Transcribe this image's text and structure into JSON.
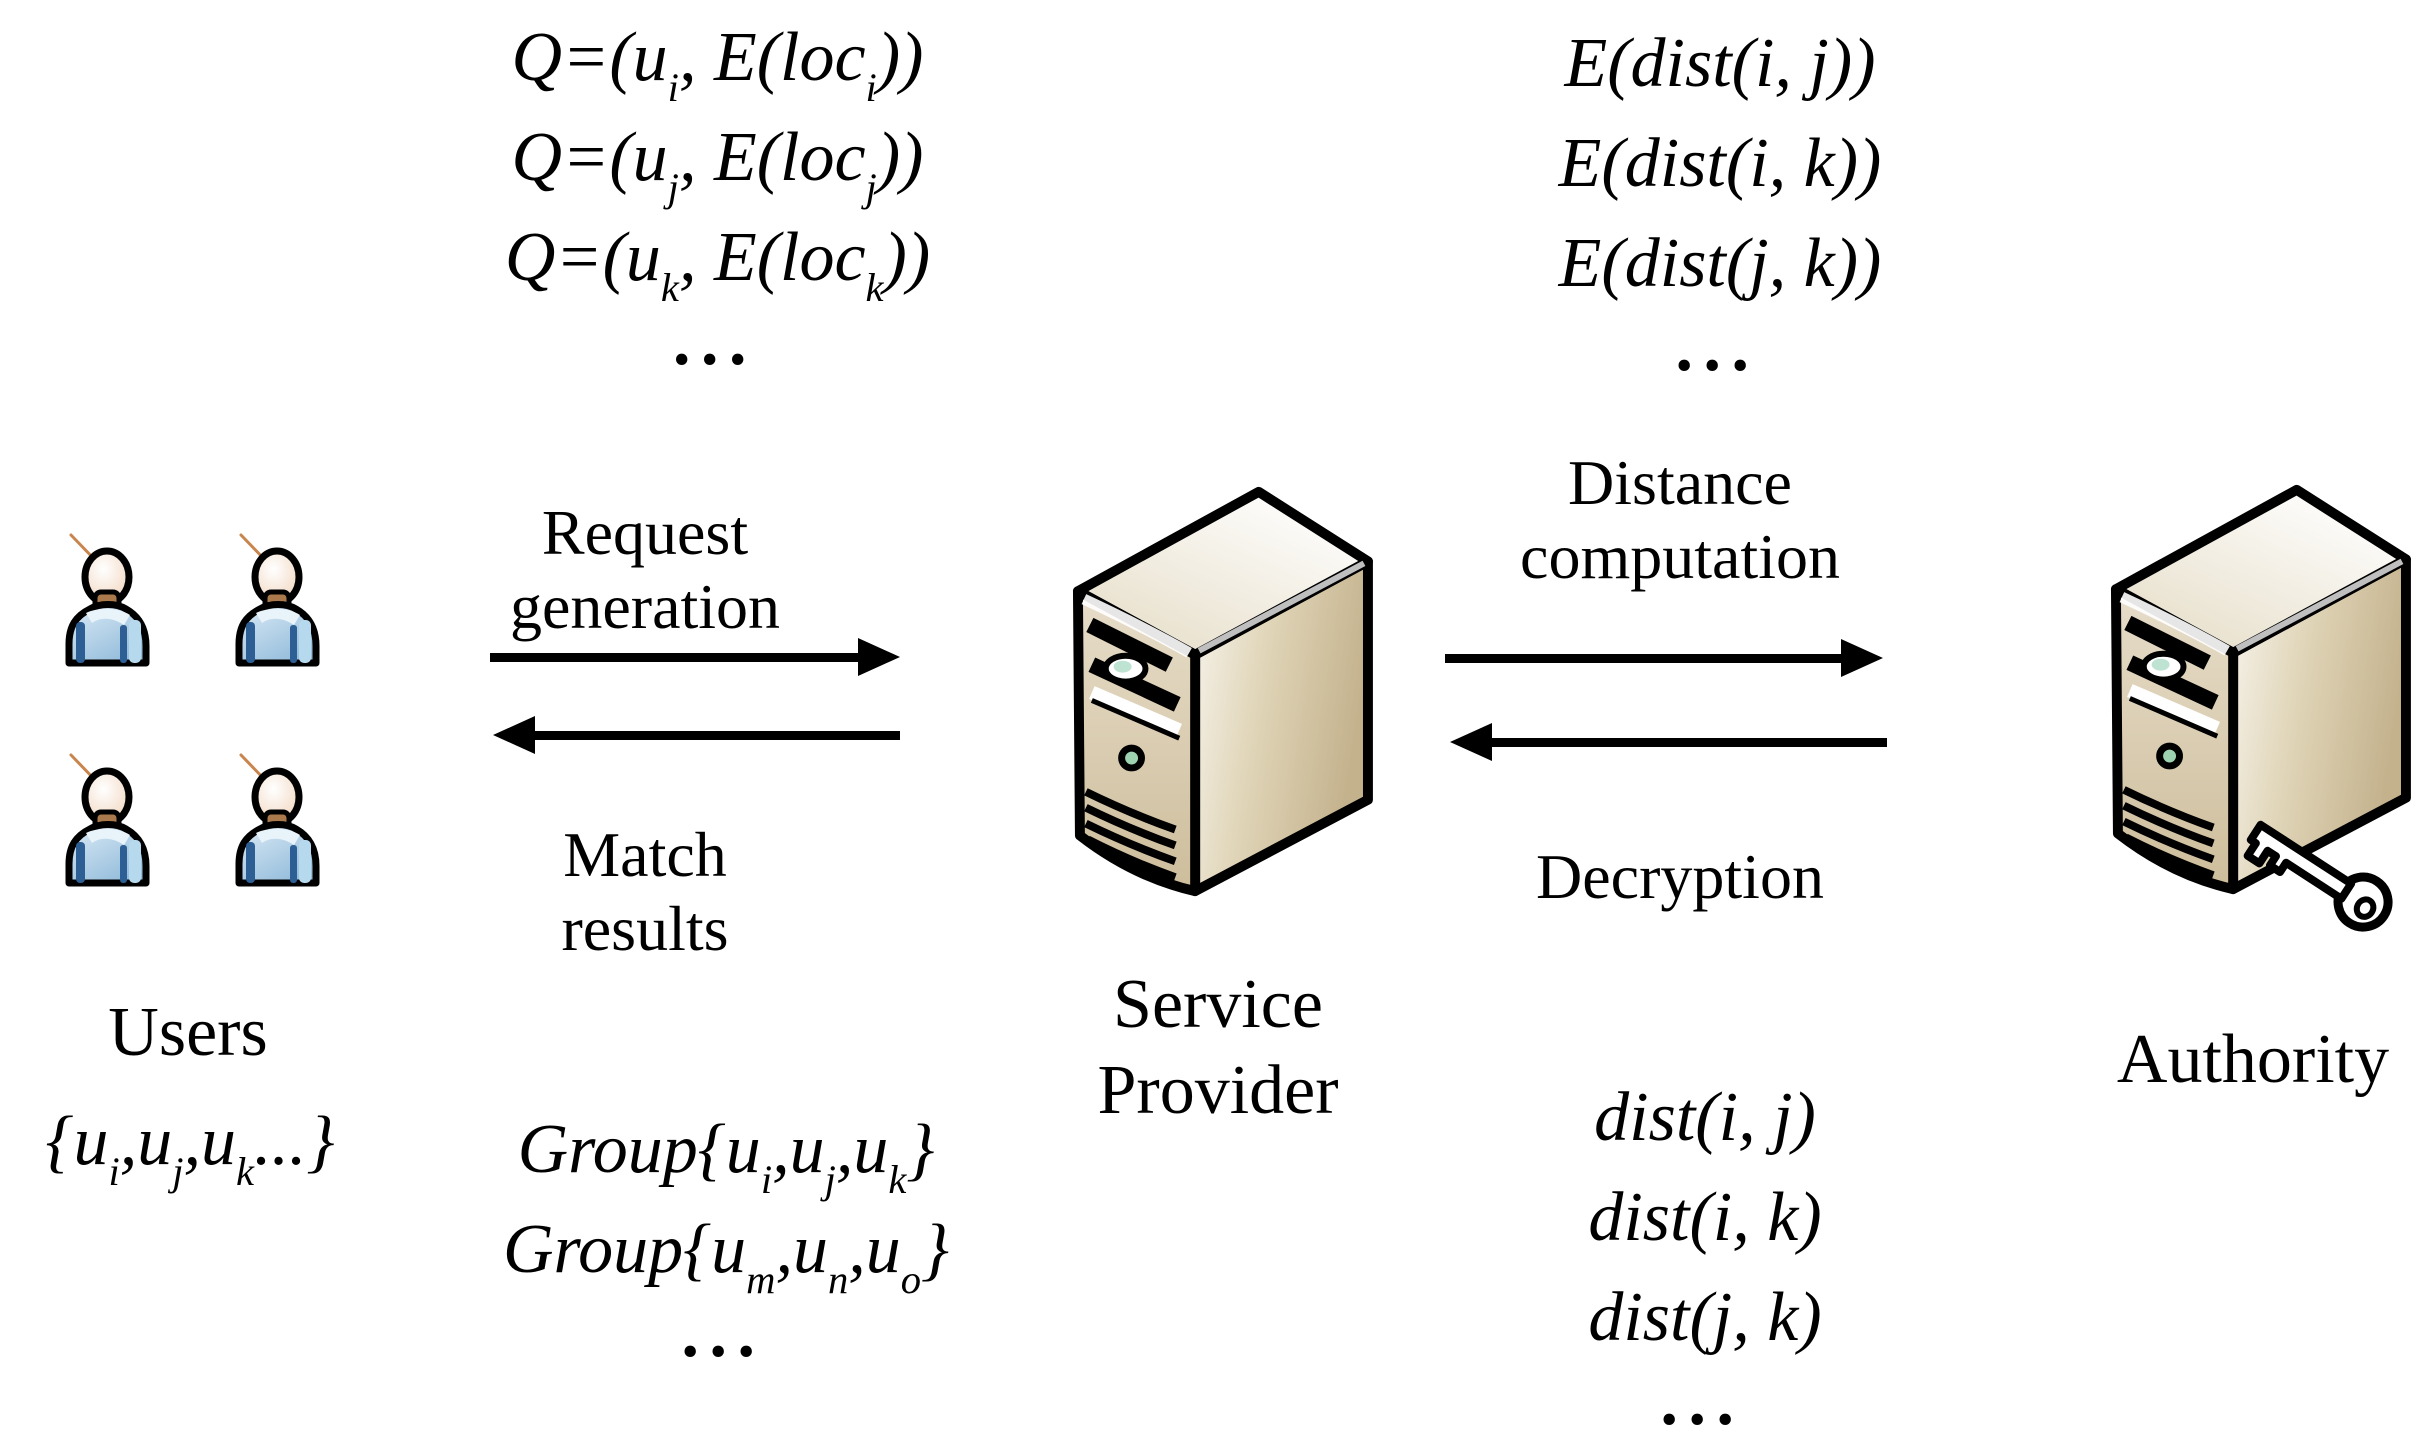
{
  "figure": {
    "type": "system-architecture-diagram",
    "entities": [
      "Users",
      "Service Provider",
      "Authority"
    ]
  },
  "queries_block": {
    "lines": [
      "Q=(u_{i}, E(loc_{i}))",
      "Q=(u_{j}, E(loc_{j}))",
      "Q=(u_{k}, E(loc_{k}))",
      "..."
    ]
  },
  "encrypted_block": {
    "lines": [
      "E(dist(i, j))",
      "E(dist(i, k))",
      "E(dist(j, k))",
      "..."
    ]
  },
  "users": {
    "label": "Users",
    "set": "{u_{i},u_{j},u_{k}...}",
    "icon_count": 4
  },
  "service_provider": {
    "label": "Service Provider"
  },
  "authority": {
    "label": "Authority"
  },
  "flows": {
    "request": "Request generation",
    "match": "Match results",
    "distance": "Distance computation",
    "decryption": "Decryption"
  },
  "groups_block": {
    "lines": [
      "Group{u_{i},u_{j},u_{k}}",
      "Group{u_{m},u_{n},u_{o}}",
      "..."
    ]
  },
  "distances_block": {
    "lines": [
      "dist(i, j)",
      "dist(i, k)",
      "dist(j, k)",
      "..."
    ]
  },
  "icons": {
    "users": "user-icon",
    "service_provider": "server-icon",
    "authority": "server-icon-with-key",
    "key": "key-icon"
  },
  "colors": {
    "ink": "#000000",
    "server_tan": "#d8cbae",
    "user_blue": "#9ec3df",
    "user_dark_blue": "#2d5e94",
    "led_green": "#9ed3b2",
    "key_fill": "#ffffff",
    "antenna_orange": "#c9854e"
  }
}
